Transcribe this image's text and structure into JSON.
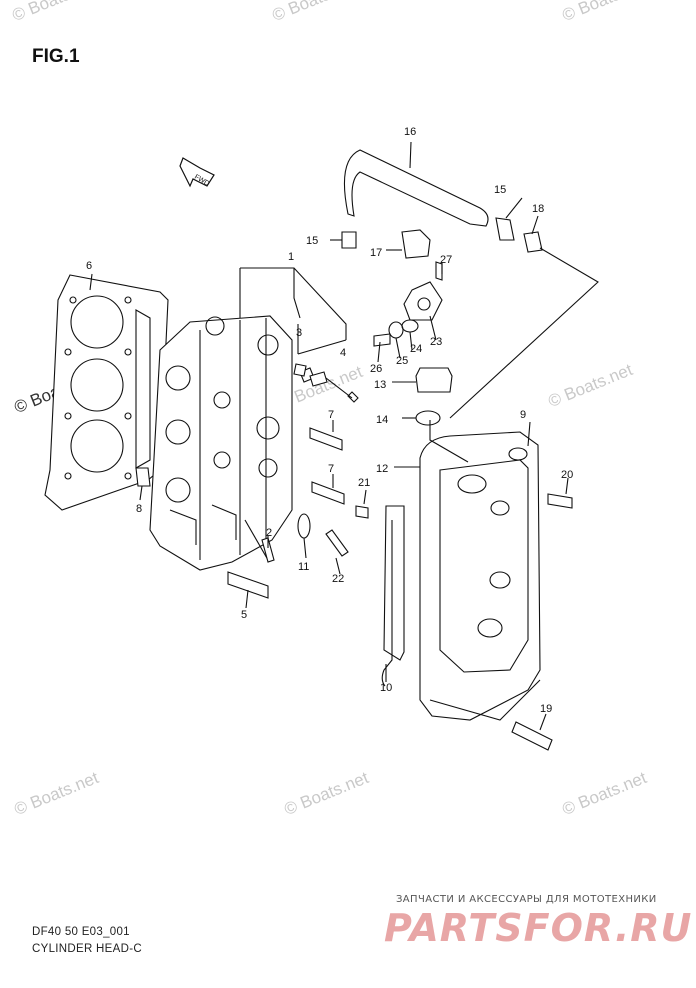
{
  "figure": {
    "title": "FIG.1",
    "caption_line1": "DF40 50 E03_001",
    "caption_line2": "CYLINDER HEAD-C"
  },
  "fwd_label": "FWD",
  "brand": {
    "tagline": "ЗАПЧАСТИ И АКСЕССУАРЫ ДЛЯ МОТОТЕХНИКИ",
    "logo": "PARTSFOR.RU",
    "color": "#e8a6a6"
  },
  "watermark": "© Boats.net",
  "callouts": [
    "16",
    "15",
    "18",
    "15",
    "17",
    "27",
    "6",
    "1",
    "3",
    "4",
    "23",
    "26",
    "25",
    "24",
    "13",
    "14",
    "9",
    "7",
    "12",
    "20",
    "21",
    "7",
    "8",
    "2",
    "11",
    "22",
    "5",
    "10",
    "19"
  ]
}
